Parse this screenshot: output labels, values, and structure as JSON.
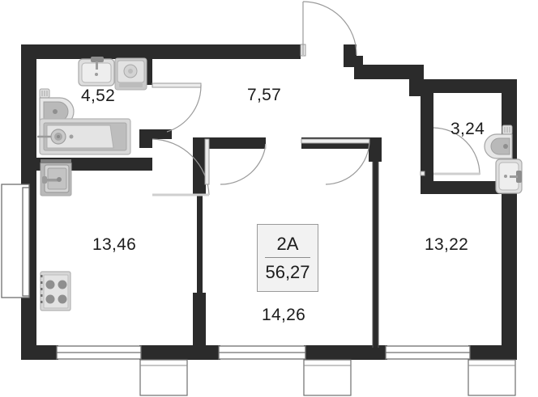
{
  "plan": {
    "type": "floor-plan",
    "apartment_code": "2A",
    "total_area": "56,27",
    "unit_note": "",
    "colors": {
      "wall": "#2b2b2b",
      "thin_wall": "#2b2b2b",
      "fixture_fill": "#d9d9d9",
      "fixture_stroke": "#9b9b9b",
      "fixture_dark": "#8f8f8f",
      "window_stroke": "#6f6f6f",
      "door_arc": "#9a9a9a",
      "text": "#1c1c1c",
      "badge_bg": "#f2f2f2",
      "badge_border": "#9a9a9a",
      "background": "#ffffff"
    },
    "rooms": [
      {
        "id": "bathroom-main",
        "label": "4,52",
        "name": "bathroom"
      },
      {
        "id": "hallway",
        "label": "7,57",
        "name": "hallway"
      },
      {
        "id": "wc-secondary",
        "label": "3,24",
        "name": "wc"
      },
      {
        "id": "kitchen",
        "label": "13,46",
        "name": "kitchen"
      },
      {
        "id": "living-room",
        "label": "14,26",
        "name": "living-room"
      },
      {
        "id": "bedroom",
        "label": "13,22",
        "name": "bedroom"
      }
    ],
    "fixtures": [
      {
        "id": "bath-sink",
        "name": "wash-basin",
        "room": "bathroom-main"
      },
      {
        "id": "washing-machine",
        "name": "washing-machine",
        "room": "bathroom-main"
      },
      {
        "id": "toilet-main",
        "name": "toilet",
        "room": "bathroom-main"
      },
      {
        "id": "bathtub",
        "name": "bathtub",
        "room": "bathroom-main"
      },
      {
        "id": "toilet-wc",
        "name": "toilet",
        "room": "wc-secondary"
      },
      {
        "id": "wc-sink",
        "name": "wash-basin",
        "room": "wc-secondary"
      },
      {
        "id": "kitchen-sink",
        "name": "kitchen-sink",
        "room": "kitchen"
      },
      {
        "id": "cooktop",
        "name": "stove-cooktop",
        "room": "kitchen"
      }
    ],
    "openings": {
      "doors": [
        {
          "id": "entry-door",
          "name": "entrance-door"
        },
        {
          "id": "bathroom-door",
          "name": "bathroom-door"
        },
        {
          "id": "kitchen-door",
          "name": "kitchen-door"
        },
        {
          "id": "living-door",
          "name": "living-room-door"
        },
        {
          "id": "bedroom-door",
          "name": "bedroom-door"
        },
        {
          "id": "wc-door",
          "name": "wc-door"
        }
      ],
      "windows": [
        {
          "id": "window-left",
          "name": "kitchen-side-window"
        },
        {
          "id": "window-kitchen",
          "name": "kitchen-window"
        },
        {
          "id": "window-living",
          "name": "living-room-window"
        },
        {
          "id": "window-bedroom",
          "name": "bedroom-window"
        }
      ],
      "balconies": [
        {
          "id": "balcony-kitchen",
          "name": "kitchen-balcony-slab"
        },
        {
          "id": "balcony-living",
          "name": "living-balcony-slab"
        },
        {
          "id": "balcony-bedroom",
          "name": "bedroom-balcony-slab"
        }
      ]
    }
  }
}
